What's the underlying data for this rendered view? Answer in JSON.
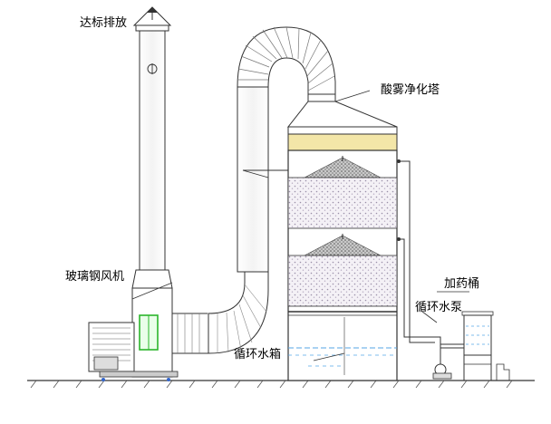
{
  "labels": {
    "exhaust": "达标排放",
    "tower": "酸雾净化塔",
    "fan": "玻璃钢风机",
    "dosing_tank": "加药桶",
    "pump": "循环水泵",
    "water_tank": "循环水箱"
  }
}
